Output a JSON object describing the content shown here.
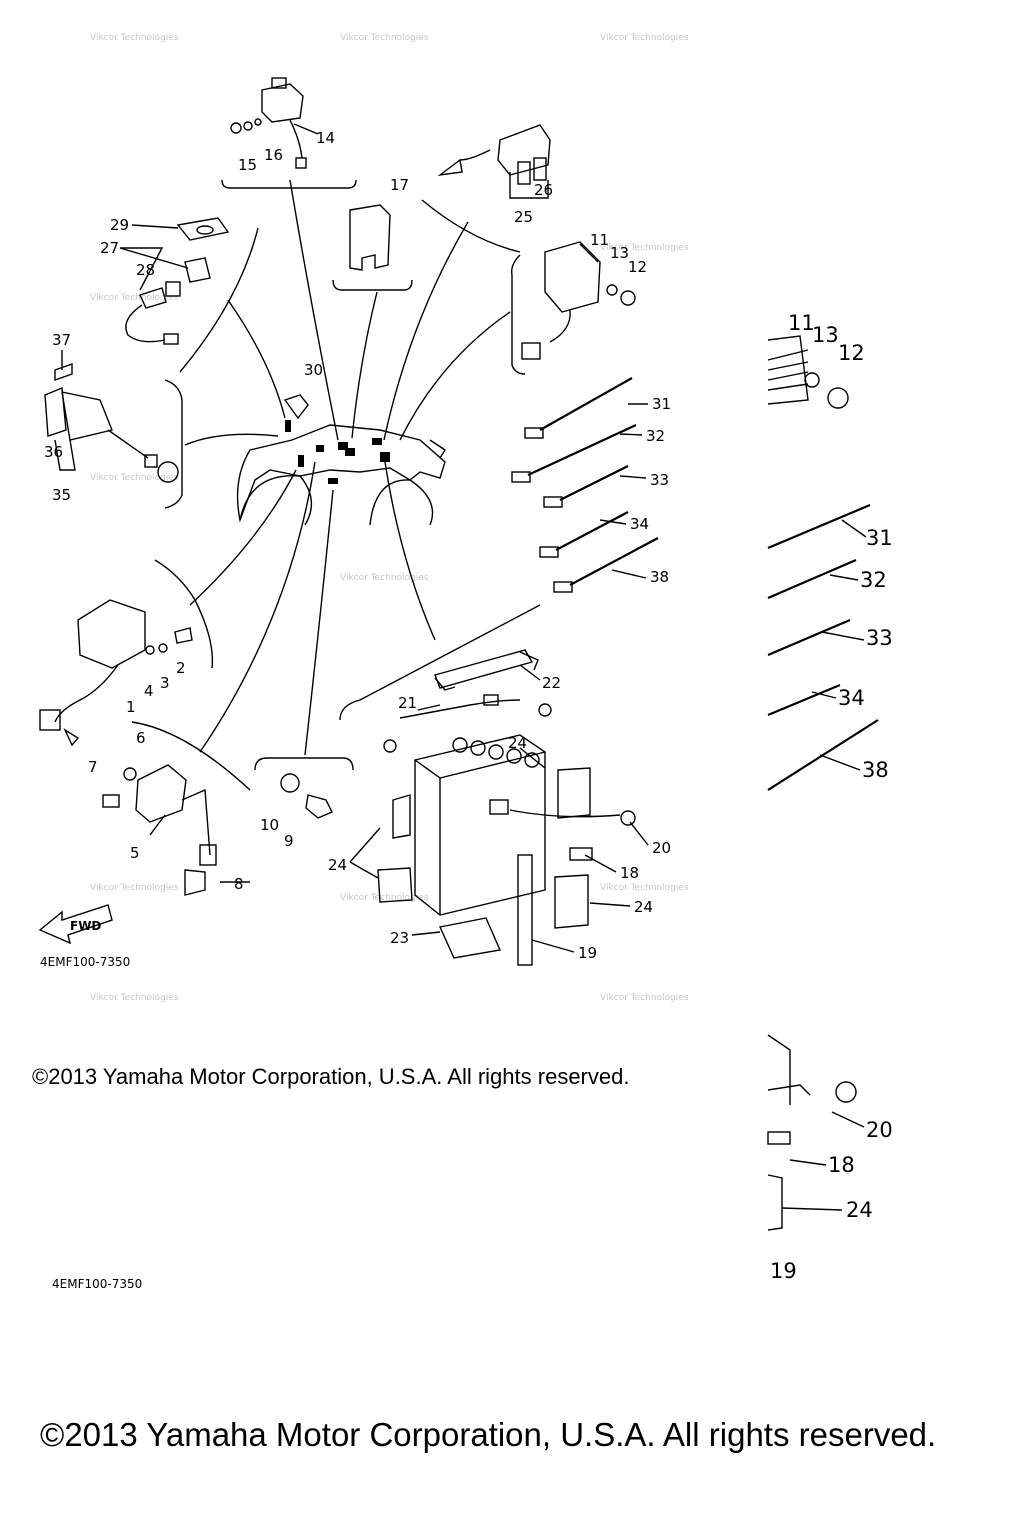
{
  "diagram": {
    "ref_code": "4EMF100-7350",
    "ref_code_cropped": "4EMF100-7350",
    "fwd_label": "FWD",
    "watermark": "Vikcor Technologies",
    "callouts": {
      "c1": "1",
      "c2": "2",
      "c3": "3",
      "c4": "4",
      "c5": "5",
      "c6": "6",
      "c7": "7",
      "c8": "8",
      "c9": "9",
      "c10": "10",
      "c11": "11",
      "c12": "12",
      "c13": "13",
      "c14": "14",
      "c15": "15",
      "c16": "16",
      "c17": "17",
      "c18": "18",
      "c19": "19",
      "c20": "20",
      "c21": "21",
      "c22": "22",
      "c23": "23",
      "c24": "24",
      "c25": "25",
      "c26": "26",
      "c27": "27",
      "c28": "28",
      "c29": "29",
      "c30": "30",
      "c31": "31",
      "c32": "32",
      "c33": "33",
      "c34": "34",
      "c35": "35",
      "c36": "36",
      "c37": "37",
      "c38": "38"
    }
  },
  "copyright": {
    "small": "©2013 Yamaha Motor Corporation, U.S.A. All rights reserved.",
    "large": "©2013 Yamaha Motor Corporation, U.S.A. All rights reserved."
  }
}
